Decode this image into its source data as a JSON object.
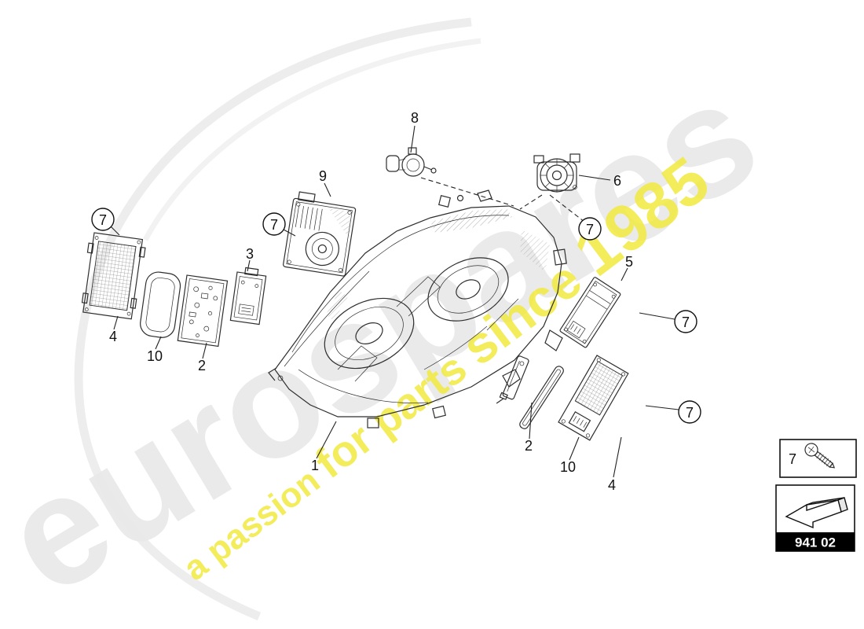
{
  "watermark": {
    "brand": "eurospares",
    "tagline_part1": "a passion ",
    "tagline_part2": "for parts ",
    "tagline_part3": "since ",
    "tagline_part4": "1985",
    "brand_color": "#e9e9e9",
    "tagline_color": "#f2e93f"
  },
  "diagram": {
    "code": "941 02",
    "labels": {
      "n1": "1",
      "n2": "2",
      "n3": "3",
      "n4": "4",
      "n5": "5",
      "n6": "6",
      "n7": "7",
      "n8": "8",
      "n9": "9",
      "n10": "10"
    }
  }
}
